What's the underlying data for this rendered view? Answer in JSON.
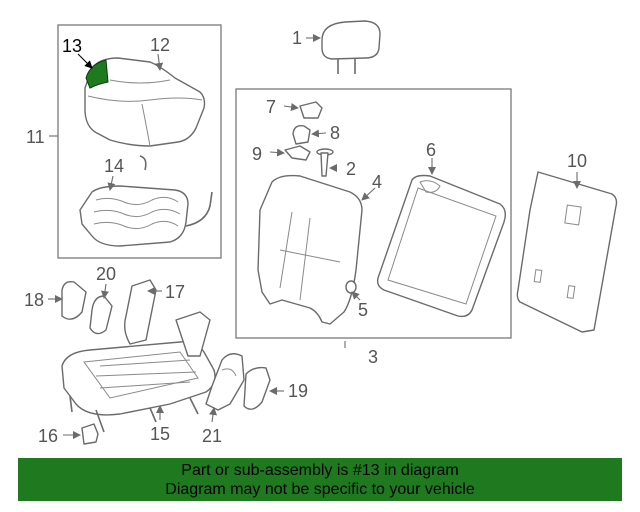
{
  "highlight_color": "#1f7a1f",
  "callouts": {
    "c1": "1",
    "c2": "2",
    "c3": "3",
    "c4": "4",
    "c5": "5",
    "c6": "6",
    "c7": "7",
    "c8": "8",
    "c9": "9",
    "c10": "10",
    "c11": "11",
    "c12": "12",
    "c13": "13",
    "c14": "14",
    "c15": "15",
    "c16": "16",
    "c17": "17",
    "c18": "18",
    "c19": "19",
    "c20": "20",
    "c21": "21"
  },
  "banner": {
    "line1": "Part or sub-assembly is #13 in diagram",
    "line2": "Diagram may not be specific to your vehicle"
  }
}
